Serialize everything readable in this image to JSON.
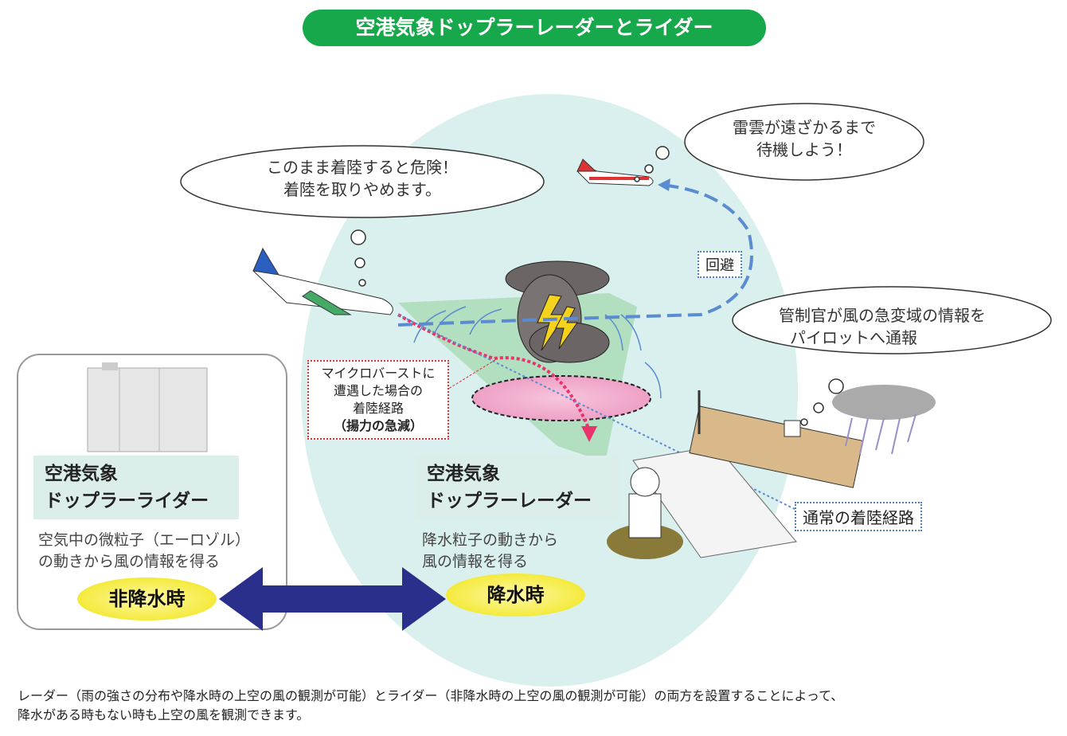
{
  "title": "空港気象ドップラーレーダーとライダー",
  "bubbles": {
    "abort": [
      "このまま着陸すると危険！",
      "着陸を取りやめます。"
    ],
    "wait": [
      "雷雲が遠ざかるまで",
      "待機しよう！"
    ],
    "controller": [
      "管制官が風の急変域の情報を",
      "パイロットへ通報"
    ]
  },
  "labels": {
    "avoid": "回避",
    "microburst": [
      "マイクロバーストに",
      "遭遇した場合の",
      "着陸経路",
      "（揚力の急減）"
    ],
    "normal_path": "通常の着陸経路"
  },
  "lidar": {
    "name": [
      "空港気象",
      "ドップラーライダー"
    ],
    "desc": [
      "空気中の微粒子（エーロゾル）",
      "の動きから風の情報を得る"
    ],
    "condition": "非降水時"
  },
  "radar": {
    "name": [
      "空港気象",
      "ドップラーレーダー"
    ],
    "desc": [
      "降水粒子の動きから",
      "風の情報を得る"
    ],
    "condition": "降水時"
  },
  "footer": [
    "レーダー（雨の強さの分布や降水時の上空の風の観測が可能）とライダー（非降水時の上空の風の観測が可能）の両方を設置することによって、",
    "降水がある時もない時も上空の風を観測できます。"
  ],
  "colors": {
    "title_bg": "#17a84b",
    "coverage": "#d9f0ef",
    "arrow": "#2b2f8c",
    "condition": "#f4ea3c",
    "microburst_path": "#e8336d",
    "avoid_path": "#5b8bd0"
  }
}
